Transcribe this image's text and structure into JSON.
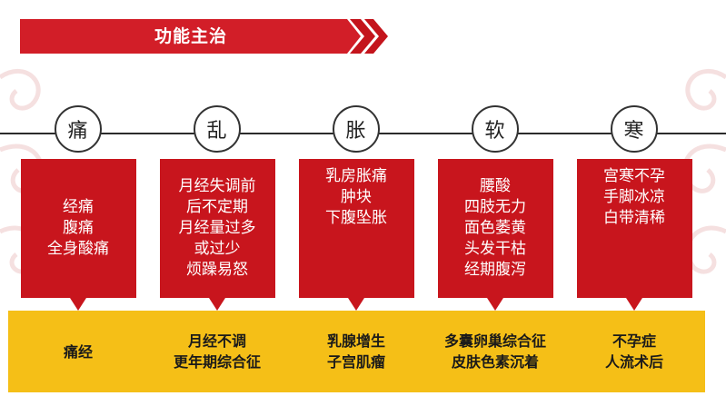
{
  "header": {
    "title": "功能主治"
  },
  "colors": {
    "red": "#c8151d",
    "yellow": "#f5bf17",
    "banner": "#d21e28",
    "chevron": "#c4141c"
  },
  "columns": [
    {
      "char": "痛",
      "symptoms": [
        "经痛",
        "腹痛",
        "全身酸痛"
      ],
      "conditions": [
        "痛经"
      ]
    },
    {
      "char": "乱",
      "symptoms": [
        "月经失调前",
        "后不定期",
        "月经量过多",
        "或过少",
        "烦躁易怒"
      ],
      "conditions": [
        "月经不调",
        "更年期综合征"
      ]
    },
    {
      "char": "胀",
      "symptoms": [
        "乳房胀痛",
        "肿块",
        "下腹坠胀"
      ],
      "conditions": [
        "乳腺增生",
        "子宫肌瘤"
      ]
    },
    {
      "char": "软",
      "symptoms": [
        "腰酸",
        "四肢无力",
        "面色萎黄",
        "头发干枯",
        "经期腹泻"
      ],
      "conditions": [
        "多囊卵巢综合征",
        "皮肤色素沉着"
      ]
    },
    {
      "char": "寒",
      "symptoms": [
        "宫寒不孕",
        "手脚冰凉",
        "白带清稀"
      ],
      "conditions": [
        "不孕症",
        "人流术后"
      ]
    }
  ]
}
